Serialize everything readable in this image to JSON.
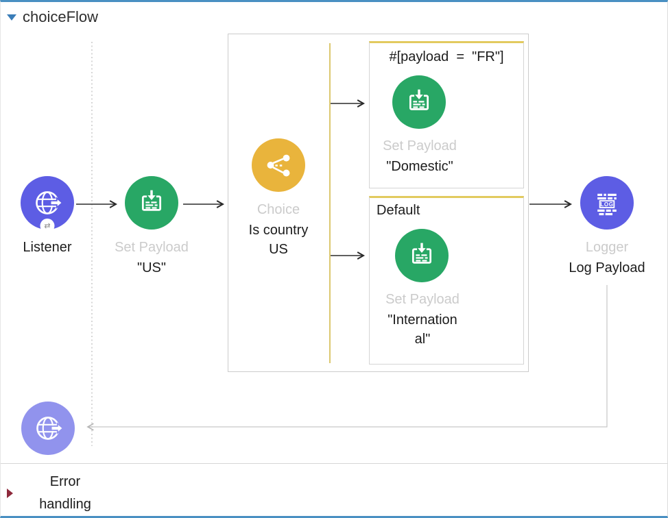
{
  "title": "choiceFlow",
  "flow": {
    "listener": {
      "name": "Listener"
    },
    "set_payload": {
      "label": "Set Payload",
      "value": "\"US\""
    },
    "choice": {
      "label": "Choice",
      "doc": [
        "Is country",
        "US"
      ]
    },
    "when_route": {
      "condition": "#[payload  =  \"FR\"]",
      "set_payload": {
        "label": "Set Payload",
        "value": "\"Domestic\""
      }
    },
    "default_route": {
      "label": "Default",
      "set_payload": {
        "label": "Set Payload",
        "value": [
          "\"Internation",
          "al\""
        ]
      }
    },
    "logger": {
      "label": "Logger",
      "doc": "Log Payload",
      "icon_text": "LOG"
    }
  },
  "error_handling": {
    "label": [
      "Error",
      "handling"
    ]
  },
  "icons": {
    "flow_collapse": "triangle-down",
    "listener": "globe-right-arrow",
    "listener_badge": "swap-arrows",
    "set_payload": "document-arrow-down",
    "choice": "branch",
    "logger": "log-lines",
    "error_source": "globe-right-arrow",
    "error_collapse": "triangle-right"
  },
  "colors": {
    "frame_blue": "#4a90c2",
    "listener_purple": "#5d5de4",
    "payload_green": "#28a765",
    "choice_amber": "#e9b43c",
    "error_purple": "#9193ed",
    "route_border_yellow": "#e2ca5e",
    "choice_rail_yellow": "#d4ba4c",
    "muted_label_gray": "#cbcbcb",
    "error_marker_maroon": "#8e2a3c"
  }
}
